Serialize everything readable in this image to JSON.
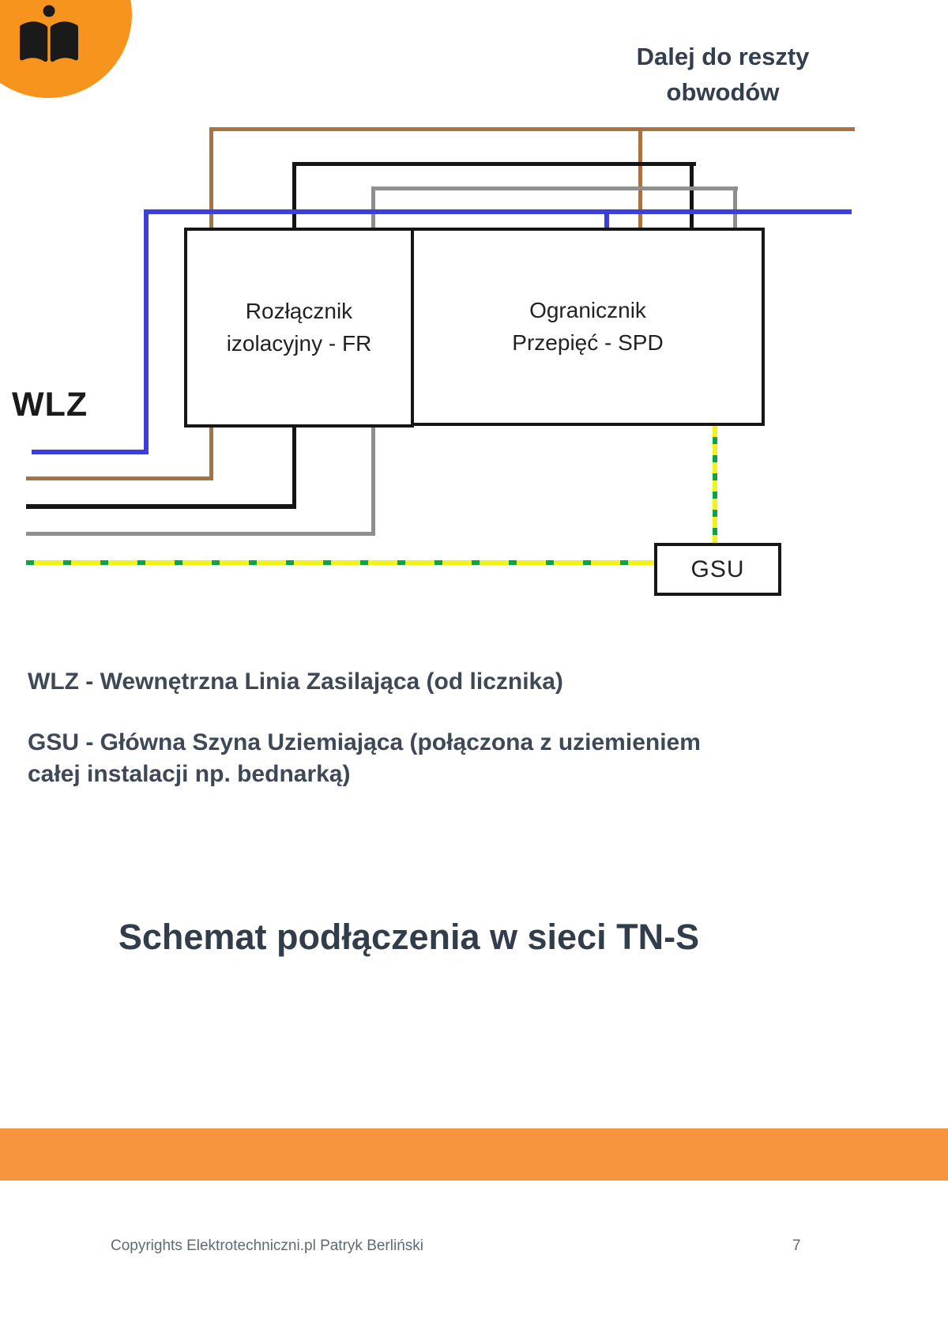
{
  "header": {
    "nav_note_line1": "Dalej do reszty",
    "nav_note_line2": "obwodów"
  },
  "logo": {
    "icon": "open-book-icon",
    "circle_color": "#F7941E",
    "icon_color": "#1A1A1A"
  },
  "diagram": {
    "wlz_label": "WLZ",
    "fr_box": {
      "line1": "Rozłącznik",
      "line2": "izolacyjny - FR"
    },
    "spd_box": {
      "line1": "Ogranicznik",
      "line2": "Przepięć - SPD"
    },
    "gsu_box": {
      "label": "GSU"
    },
    "wire_colors": {
      "phase_l1_brown": "#A9713F",
      "phase_l2_black": "#141414",
      "phase_l3_gray": "#8E8E8E",
      "neutral_blue": "#3C3FD8",
      "pe_yellow": "#F5F11A",
      "pe_green": "#10A14E"
    }
  },
  "legend": {
    "wlz_definition": "WLZ - Wewnętrzna Linia Zasilająca (od licznika)",
    "gsu_definition": "GSU - Główna Szyna Uziemiająca (połączona z uziemieniem całej instalacji np. bednarką)"
  },
  "title": "Schemat podłączenia w sieci TN-S",
  "footer": {
    "bar_color": "#F6953E",
    "copyright": "Copyrights Elektrotechniczni.pl Patryk Berliński",
    "page_number": "7"
  }
}
